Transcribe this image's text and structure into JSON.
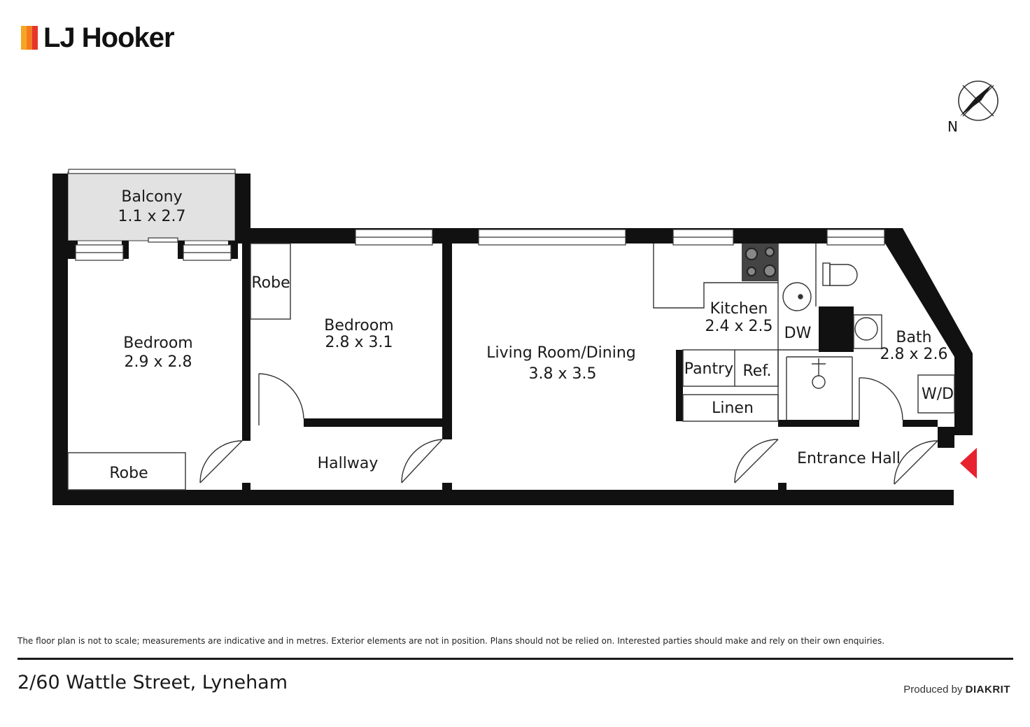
{
  "brand": {
    "name": "LJ Hooker",
    "colors": [
      "#f5a623",
      "#f47b20",
      "#e8352b"
    ]
  },
  "compass": {
    "label": "N"
  },
  "rooms": {
    "balcony": {
      "name": "Balcony",
      "size": "1.1 x 2.7"
    },
    "bedroom1": {
      "name": "Bedroom",
      "size": "2.9 x 2.8"
    },
    "robe1": {
      "name": "Robe"
    },
    "robe2": {
      "name": "Robe"
    },
    "bedroom2": {
      "name": "Bedroom",
      "size": "2.8 x 3.1"
    },
    "hallway": {
      "name": "Hallway"
    },
    "living": {
      "name": "Living Room/Dining",
      "size": "3.8 x 3.5"
    },
    "kitchen": {
      "name": "Kitchen",
      "size": "2.4 x 2.5"
    },
    "dw": {
      "name": "DW"
    },
    "pantry": {
      "name": "Pantry"
    },
    "ref": {
      "name": "Ref."
    },
    "linen": {
      "name": "Linen"
    },
    "bath": {
      "name": "Bath",
      "size": "2.8 x 2.6"
    },
    "wd": {
      "name": "W/D"
    },
    "entrance": {
      "name": "Entrance Hall"
    }
  },
  "entry_marker_color": "#e8212e",
  "disclaimer": "The floor plan is not to scale; measurements are indicative and in metres. Exterior elements are not in position. Plans should not be relied on. Interested parties should make and rely on their own enquiries.",
  "address": "2/60 Wattle Street, Lyneham",
  "produced_by": {
    "prefix": "Produced by",
    "brand": "DIAKRIT"
  }
}
